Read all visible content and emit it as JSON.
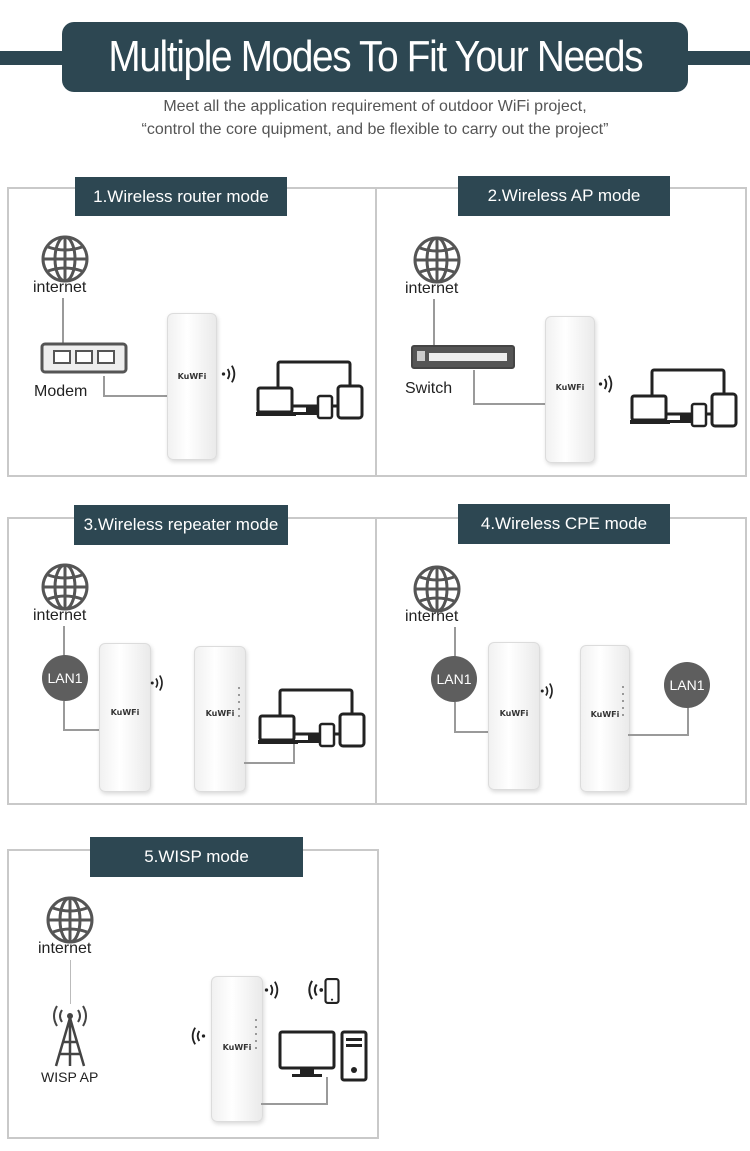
{
  "header": {
    "title": "Multiple Modes To Fit Your Needs",
    "subtitle_line1": "Meet all the application requirement of outdoor WiFi project,",
    "subtitle_line2": "“control the core quipment, and be flexible to carry out the project”"
  },
  "modes": [
    {
      "label": "1.Wireless router mode",
      "internet": "internet",
      "device_label": "Modem",
      "brand": "KuWFi"
    },
    {
      "label": "2.Wireless AP mode",
      "internet": "internet",
      "device_label": "Switch",
      "brand": "KuWFi"
    },
    {
      "label": "3.Wireless repeater mode",
      "internet": "internet",
      "lan_label": "LAN1",
      "brand": "KuWFi"
    },
    {
      "label": "4.Wireless CPE mode",
      "internet": "internet",
      "lan_label_left": "LAN1",
      "lan_label_right": "LAN1",
      "brand": "KuWFi"
    },
    {
      "label": "5.WISP mode",
      "internet": "internet",
      "tower_label": "WISP AP",
      "brand": "KuWFi"
    }
  ],
  "colors": {
    "accent": "#2d4752",
    "panel_border": "#c9c9c9",
    "lan_circle": "#5e5e5e"
  }
}
